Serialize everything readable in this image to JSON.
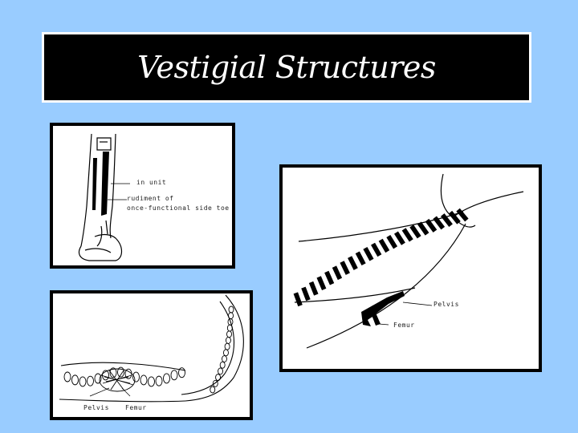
{
  "slide": {
    "title": "Vestigial Structures",
    "background_color": "#99ccff"
  },
  "panel_leg": {
    "label_joint": "in unit",
    "label_rudiment_line1": "rudiment of",
    "label_rudiment_line2": "once-functional side toe"
  },
  "panel_whale": {
    "label_pelvis": "Pelvis",
    "label_femur": "Femur"
  },
  "panel_snake": {
    "label_pelvis": "Pelvis",
    "label_femur": "Femur"
  }
}
